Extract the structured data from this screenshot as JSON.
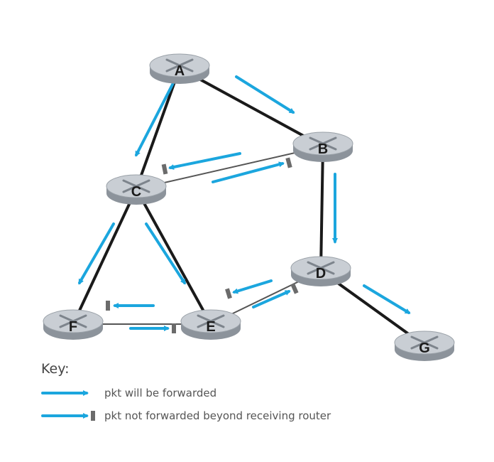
{
  "colors": {
    "arrow": "#1ba6de",
    "link": "#1a1a1a",
    "thin_link": "#555555",
    "router_top": "#c9ced4",
    "router_side": "#8c939b",
    "blocker": "#6b6b6b"
  },
  "routers": [
    {
      "id": "A",
      "label": "A"
    },
    {
      "id": "B",
      "label": "B"
    },
    {
      "id": "C",
      "label": "C"
    },
    {
      "id": "D",
      "label": "D"
    },
    {
      "id": "E",
      "label": "E"
    },
    {
      "id": "F",
      "label": "F"
    },
    {
      "id": "G",
      "label": "G"
    }
  ],
  "links": [
    {
      "from": "A",
      "to": "B",
      "type": "spanning-tree"
    },
    {
      "from": "A",
      "to": "C",
      "type": "spanning-tree"
    },
    {
      "from": "B",
      "to": "C",
      "type": "other"
    },
    {
      "from": "B",
      "to": "D",
      "type": "spanning-tree"
    },
    {
      "from": "C",
      "to": "F",
      "type": "spanning-tree"
    },
    {
      "from": "C",
      "to": "E",
      "type": "spanning-tree"
    },
    {
      "from": "F",
      "to": "E",
      "type": "other"
    },
    {
      "from": "E",
      "to": "D",
      "type": "other"
    },
    {
      "from": "D",
      "to": "G",
      "type": "spanning-tree"
    }
  ],
  "packets": [
    {
      "from": "A",
      "to": "B",
      "forwarded": true
    },
    {
      "from": "A",
      "to": "C",
      "forwarded": true
    },
    {
      "from": "B",
      "to": "C",
      "forwarded": false
    },
    {
      "from": "C",
      "to": "B",
      "forwarded": false
    },
    {
      "from": "B",
      "to": "D",
      "forwarded": true
    },
    {
      "from": "C",
      "to": "F",
      "forwarded": true
    },
    {
      "from": "C",
      "to": "E",
      "forwarded": true
    },
    {
      "from": "E",
      "to": "F",
      "forwarded": false
    },
    {
      "from": "F",
      "to": "E",
      "forwarded": false
    },
    {
      "from": "D",
      "to": "E",
      "forwarded": false
    },
    {
      "from": "E",
      "to": "D",
      "forwarded": false
    },
    {
      "from": "D",
      "to": "G",
      "forwarded": true
    }
  ],
  "key": {
    "title": "Key:",
    "items": [
      {
        "label": "pkt will be forwarded",
        "forwarded": true
      },
      {
        "label": "pkt not forwarded beyond receiving router",
        "forwarded": false
      }
    ]
  }
}
